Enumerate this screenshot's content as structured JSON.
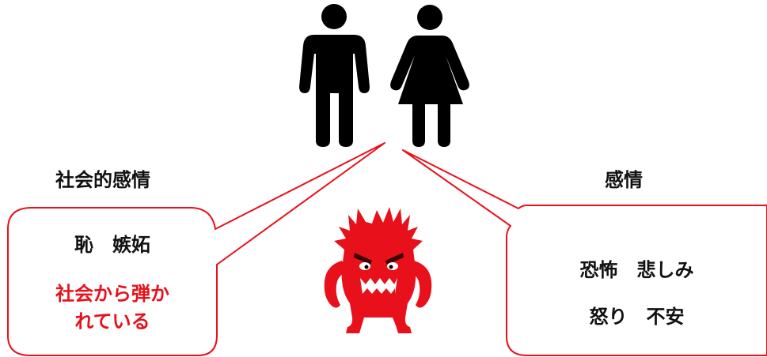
{
  "left_heading": "社会的感情",
  "right_heading": "感情",
  "left_bubble": {
    "line1": "恥　嫉妬",
    "highlight_line1": "社会から弾か",
    "highlight_line2": "れている"
  },
  "right_bubble": {
    "line1": "恐怖　悲しみ",
    "line2": "怒り　不安"
  },
  "colors": {
    "accent": "#e8101a",
    "text": "#111111",
    "figure": "#000000"
  },
  "icons": [
    "man-icon",
    "woman-icon",
    "monster-icon"
  ]
}
